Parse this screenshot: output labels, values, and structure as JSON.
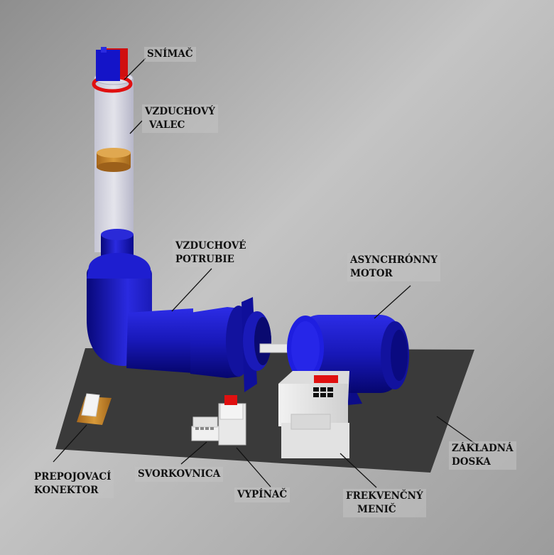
{
  "labels": {
    "snimac": [
      "SNÍMAČ"
    ],
    "vzduchovy_valec": [
      "VZDUCHOVÝ",
      "VALEC"
    ],
    "vzduchove_potrubie": [
      "VZDUCHOVÉ",
      "POTRUBIE"
    ],
    "asynchronny_motor": [
      "ASYNCHRÓNNY",
      "MOTOR"
    ],
    "zakladna_doska": [
      "ZÁKLADNÁ",
      "DOSKA"
    ],
    "prepojovaci_konektor": [
      "PREPOJOVACÍ",
      "KONEKTOR"
    ],
    "svorkovnica": [
      "SVORKOVNICA"
    ],
    "vypinac": [
      "VYPÍNAČ"
    ],
    "frekvencny_menic": [
      "FREKVENČNÝ",
      "MENIČ"
    ]
  },
  "colors": {
    "background": "#a8a8a8",
    "base_plate": "#3a3a3a",
    "blue": "#1414b4",
    "orange": "#c8862a",
    "red": "#e01010",
    "white_box": "#e6e6e6"
  }
}
